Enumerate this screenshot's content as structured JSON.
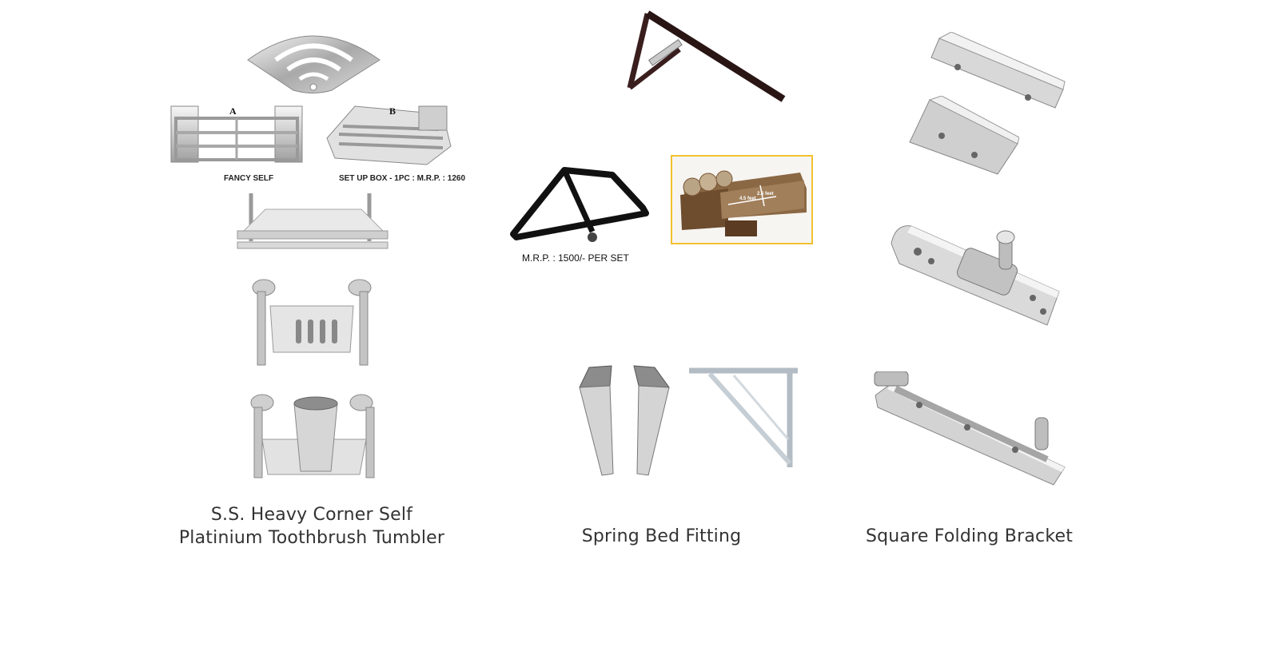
{
  "column1": {
    "label_a": "A",
    "label_b": "B",
    "label_fancy": "FANCY SELF",
    "label_setup": "SET UP BOX - 1PC : M.R.P. : 1260",
    "caption_line1": "S.S. Heavy Corner Self",
    "caption_line2": "Platinium Toothbrush Tumbler"
  },
  "column2": {
    "mrp_text": "M.R.P. : 1500/- PER SET",
    "sofa_dim_1": "4.5 feet",
    "sofa_dim_2": "2.5 feet",
    "caption": "Spring Bed Fitting"
  },
  "column3": {
    "caption": "Square Folding Bracket"
  },
  "colors": {
    "steel_light": "#e8e8e8",
    "steel_mid": "#b9b9b9",
    "steel_dark": "#7a7a7a",
    "dark_bracket": "#1a1a1a",
    "sofa_frame": "#f2c12e",
    "sofa_brown": "#7a5534"
  }
}
